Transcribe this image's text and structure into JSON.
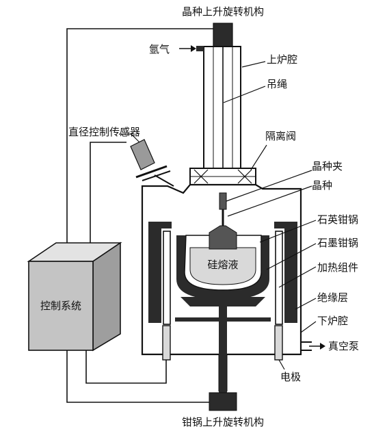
{
  "labels": {
    "seed_rotation_mechanism": "晶种上升旋转机构",
    "argon": "氩气",
    "upper_chamber": "上炉腔",
    "cable": "吊绳",
    "diameter_sensor": "直径控制传感器",
    "isolation_valve": "隔离阀",
    "seed_holder": "晶种夹",
    "seed": "晶种",
    "quartz_crucible": "石英钳锅",
    "graphite_crucible": "石墨钳锅",
    "heater": "加热组件",
    "insulation": "绝缘层",
    "lower_chamber": "下炉腔",
    "vacuum_pump": "真空泵",
    "electrode": "电极",
    "crucible_rotation_mechanism": "钳锅上升旋转机构",
    "control_system": "控制系统",
    "silicon_melt": "硅熔液"
  },
  "colors": {
    "stroke": "#111111",
    "dark_fill": "#2b2b2b",
    "mid_fill": "#555555",
    "light_fill": "#d9d9d9",
    "box_front": "#c4c4c4",
    "box_top": "#e3e3e3",
    "box_side": "#9e9e9e"
  }
}
